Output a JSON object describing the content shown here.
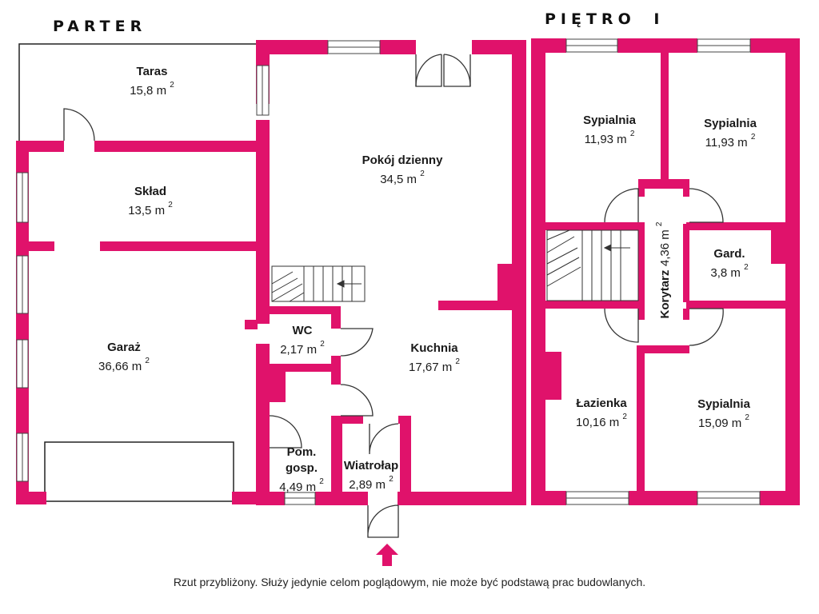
{
  "colors": {
    "wall": "#e0126b",
    "line": "#222222",
    "background": "#ffffff"
  },
  "floors": {
    "ground": {
      "title": "PARTER",
      "rooms": {
        "taras": {
          "name": "Taras",
          "area": "15,8 m",
          "unit_sup": "2"
        },
        "sklad": {
          "name": "Skład",
          "area": "13,5 m",
          "unit_sup": "2"
        },
        "garaz": {
          "name": "Garaż",
          "area": "36,66 m",
          "unit_sup": "2"
        },
        "pokoj": {
          "name": "Pokój dzienny",
          "area": "34,5 m",
          "unit_sup": "2"
        },
        "wc": {
          "name": "WC",
          "area": "2,17 m",
          "unit_sup": "2"
        },
        "kuchnia": {
          "name": "Kuchnia",
          "area": "17,67 m",
          "unit_sup": "2"
        },
        "pom": {
          "name_line1": "Pom.",
          "name_line2": "gosp.",
          "area": "4,49 m",
          "unit_sup": "2"
        },
        "wiatrolap": {
          "name": "Wiatrołap",
          "area": "2,89 m",
          "unit_sup": "2"
        }
      }
    },
    "first": {
      "title": "PIĘTRO I",
      "rooms": {
        "sypialnia1": {
          "name": "Sypialnia",
          "area": "11,93 m",
          "unit_sup": "2"
        },
        "sypialnia2": {
          "name": "Sypialnia",
          "area": "11,93 m",
          "unit_sup": "2"
        },
        "korytarz": {
          "name": "Korytarz",
          "area": "4,36 m",
          "unit_sup": "2"
        },
        "gard": {
          "name": "Gard.",
          "area": "3,8 m",
          "unit_sup": "2"
        },
        "lazienka": {
          "name": "Łazienka",
          "area": "10,16 m",
          "unit_sup": "2"
        },
        "sypialnia3": {
          "name": "Sypialnia",
          "area": "15,09 m",
          "unit_sup": "2"
        }
      }
    }
  },
  "disclaimer": "Rzut przybliżony. Służy jedynie celom poglądowym, nie może być podstawą prac budowlanych."
}
